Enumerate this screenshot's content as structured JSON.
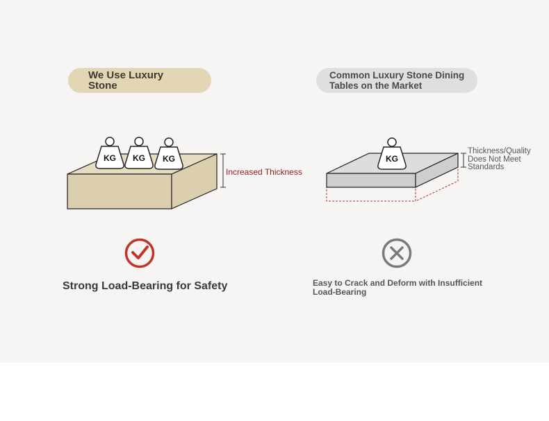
{
  "left": {
    "title": "We Use Luxury Stone",
    "title_lines": [
      "We Use Luxury",
      "Stone"
    ],
    "weights": [
      "KG",
      "KG",
      "KG"
    ],
    "thickness_note": "Increased Thickness",
    "verdict_icon": "check-circle-icon",
    "caption": "Strong Load-Bearing for Safety"
  },
  "right": {
    "title": "Common Luxury Stone Dining Tables on the Market",
    "title_lines": [
      "Common Luxury Stone Dining",
      "Tables on the Market"
    ],
    "weight": "KG",
    "thickness_note": "Thickness/Quality Does Not Meet Standards",
    "thickness_note_lines": [
      "Thickness/Quality",
      "Does Not Meet",
      "Standards"
    ],
    "verdict_icon": "cross-circle-icon",
    "caption": "Easy to Crack and Deform with Insufficient Load-Bearing",
    "caption_lines": [
      "Easy to Crack and Deform with Insufficient",
      "Load-Bearing"
    ]
  },
  "colors": {
    "stone_beige": "#dccfb0",
    "stone_grey": "#cfcdcd",
    "check_red": "#c0342b",
    "cross_grey": "#7a7a7a",
    "dashed_red": "#b03030"
  }
}
